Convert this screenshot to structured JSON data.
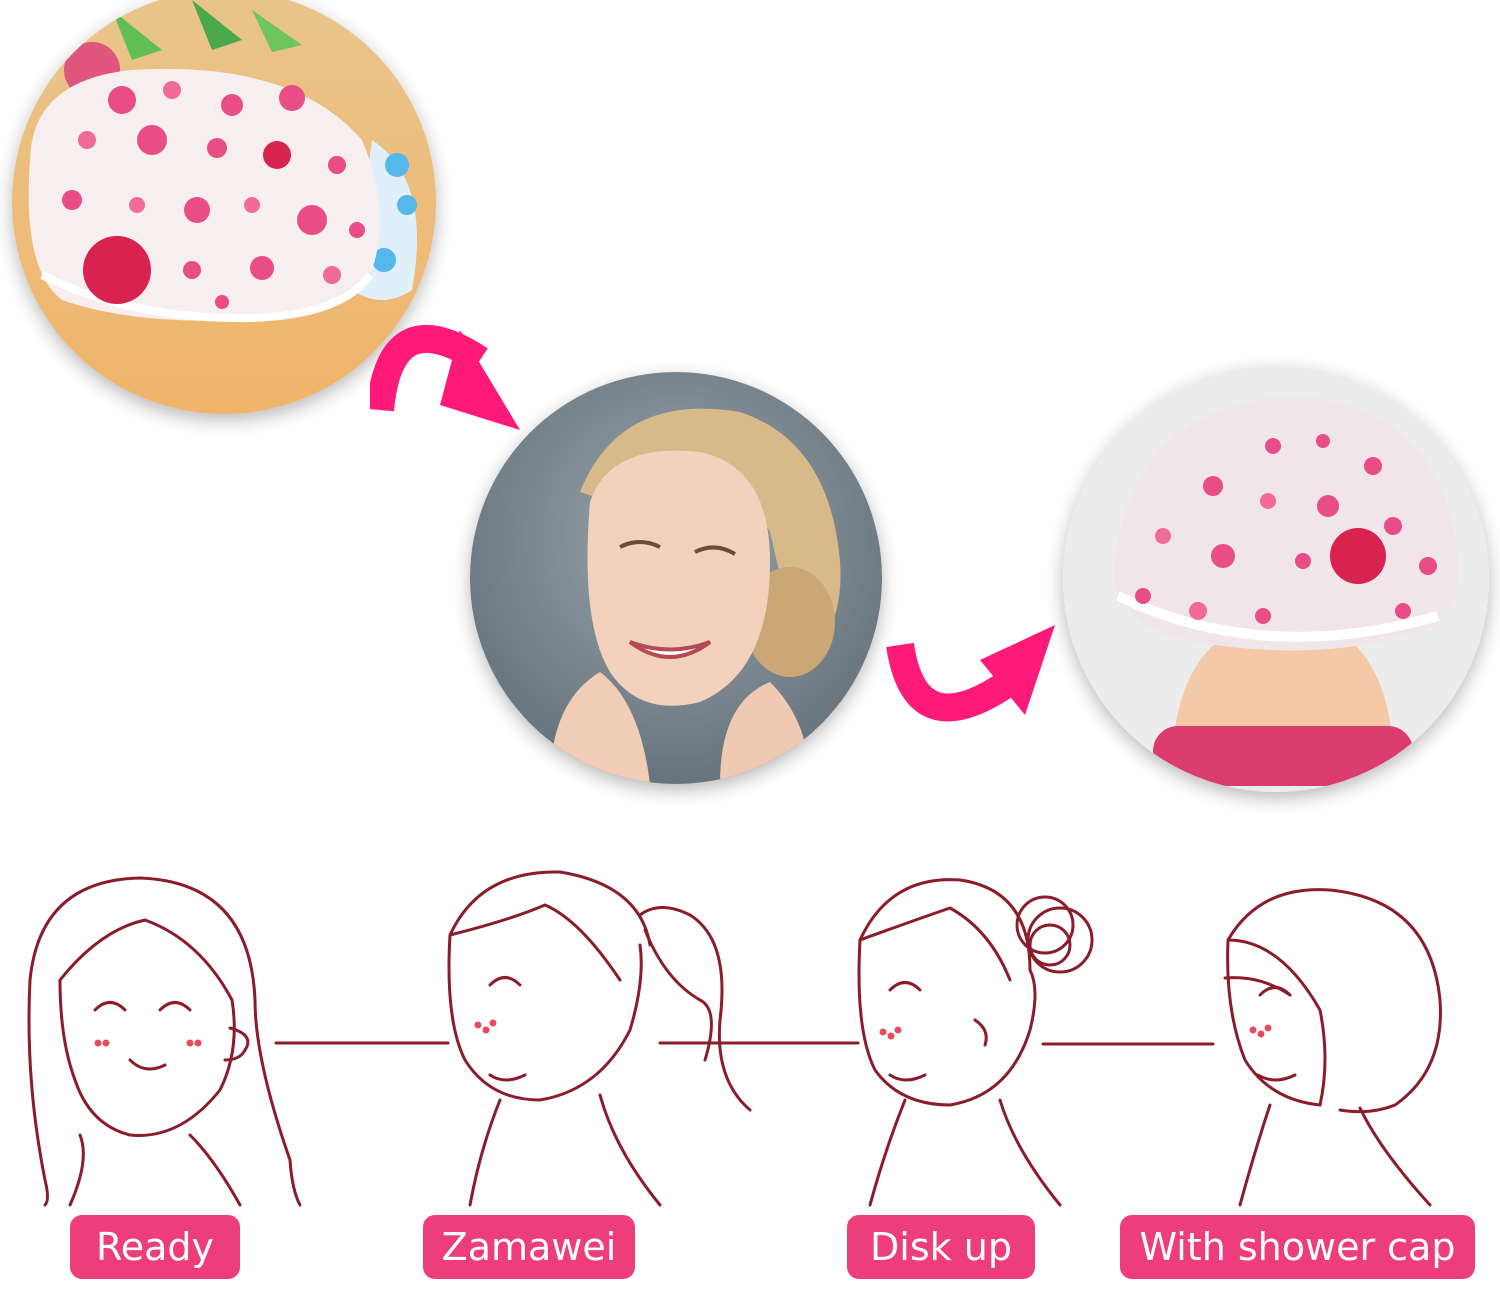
{
  "steps": [
    {
      "label": "Ready",
      "icon": "long-hair-girl-icon"
    },
    {
      "label": "Zamawei",
      "icon": "ponytail-girl-icon"
    },
    {
      "label": "Disk up",
      "icon": "bun-girl-icon"
    },
    {
      "label": "With shower cap",
      "icon": "shower-cap-girl-icon"
    }
  ],
  "photos": [
    {
      "name": "polka-dot-shower-cap-photo"
    },
    {
      "name": "smiling-woman-bun-photo"
    },
    {
      "name": "shower-cap-worn-photo"
    }
  ],
  "colors": {
    "accent": "#ed3d7a",
    "line_art": "#8b1c2a",
    "arrow": "#ff1a7a",
    "dot_pink": "#e84d86",
    "dot_red": "#d8224f"
  }
}
